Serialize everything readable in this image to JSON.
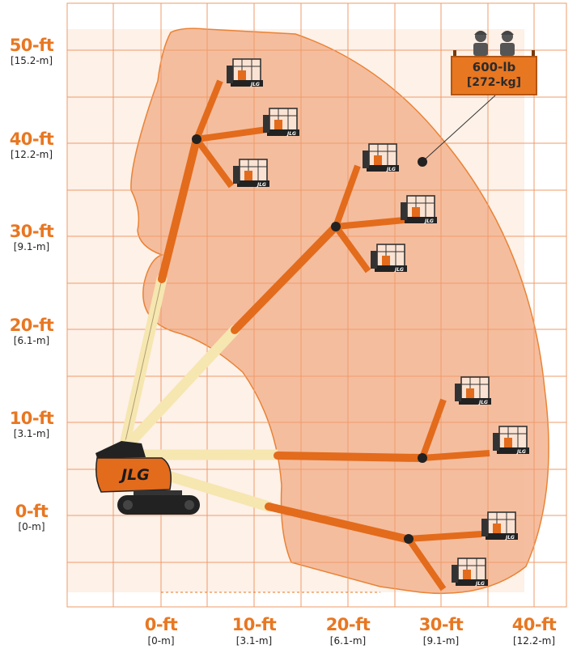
{
  "y_axis": {
    "ticks": [
      {
        "ft": "50-ft",
        "m": "[15.2-m]"
      },
      {
        "ft": "40-ft",
        "m": "[12.2-m]"
      },
      {
        "ft": "30-ft",
        "m": "[9.1-m]"
      },
      {
        "ft": "20-ft",
        "m": "[6.1-m]"
      },
      {
        "ft": "10-ft",
        "m": "[3.1-m]"
      },
      {
        "ft": "0-ft",
        "m": "[0-m]"
      }
    ]
  },
  "x_axis": {
    "ticks": [
      {
        "ft": "0-ft",
        "m": "[0-m]"
      },
      {
        "ft": "10-ft",
        "m": "[3.1-m]"
      },
      {
        "ft": "20-ft",
        "m": "[6.1-m]"
      },
      {
        "ft": "30-ft",
        "m": "[9.1-m]"
      },
      {
        "ft": "40-ft",
        "m": "[12.2-m]"
      }
    ]
  },
  "capacity": {
    "weight_lb": "600-lb",
    "weight_kg": "[272-kg]",
    "persons": 2
  },
  "machine": {
    "brand": "JLG"
  },
  "colors": {
    "accent": "#e87722",
    "envelope": "#f4b896",
    "envelope_light": "#fbe3d3",
    "grid": "#ef9b6a",
    "boom_lower": "#f6e6b0",
    "boom_upper": "#e36b1c",
    "dark": "#222222"
  }
}
